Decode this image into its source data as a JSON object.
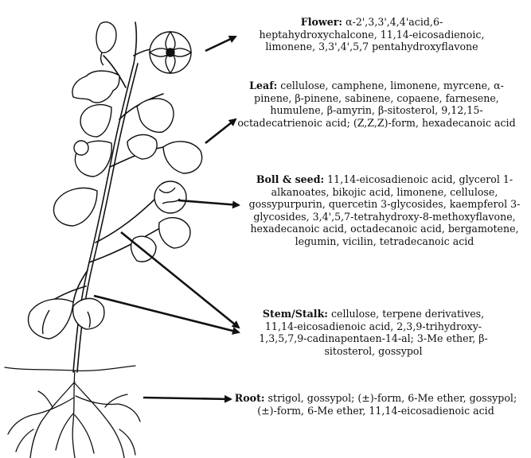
{
  "labels": {
    "flower": {
      "name": "Flower:",
      "text": "α-2',3,3',4,4'acid,6-heptahydroxychalcone, 11,14-eicosadienoic, limonene, 3,3',4',5,7 pentahydroxyflavone"
    },
    "leaf": {
      "name": "Leaf:",
      "text": "cellulose, camphene, limonene, myrcene, α-pinene, β-pinene, sabinene, copaene, farnesene, humulene, β-amyrin, β-sitosterol, 9,12,15-octadecatrienoic acid; (Z,Z,Z)-form, hexadecanoic acid"
    },
    "boll": {
      "name": "Boll & seed:",
      "text": "11,14-eicosadienoic acid, glycerol 1-alkanoates, bikojic acid, limonene, cellulose, gossypurpurin, quercetin 3-glycosides, kaempferol 3-glycosides, 3,4',5,7-tetrahydroxy-8-methoxyflavone, hexadecanoic acid, octadecanoic acid, bergamotene, legumin, vicilin, tetradecanoic acid"
    },
    "stem": {
      "name": "Stem/Stalk:",
      "text": "cellulose, terpene derivatives, 11,14-eicosadienoic acid, 2,3,9-trihydroxy-1,3,5,7,9-cadinapentaen-14-al; 3-Me ether, β-sitosterol, gossypol"
    },
    "root": {
      "name": "Root:",
      "text": "strigol, gossypol; (±)-form, 6-Me ether, gossypol; (±)-form, 6-Me ether, 11,14-eicosadienoic acid"
    }
  },
  "colors": {
    "ink": "#111111",
    "background": "#ffffff"
  }
}
